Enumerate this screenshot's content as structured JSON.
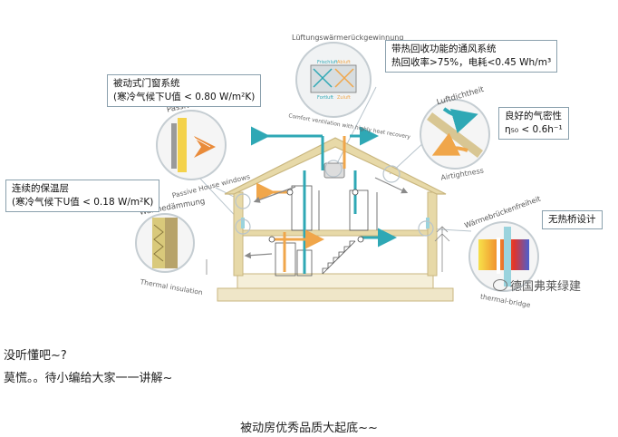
{
  "callouts": {
    "windows": [
      "被动式门窗系统",
      "(寒冷气候下U值 < 0.80 W/m²K)"
    ],
    "ventilation": [
      "带热回收功能的通风系统",
      "热回收率>75%，电耗<0.45 Wh/m³"
    ],
    "airtightness": [
      "良好的气密性",
      "η₅₀ < 0.6h⁻¹"
    ],
    "insulation": [
      "连续的保温层",
      "(寒冷气候下U值 < 0.18 W/m²K)"
    ],
    "thermal_bridge": [
      "无热桥设计"
    ]
  },
  "circles": {
    "windows": {
      "title": "Passivhausfenster",
      "subtitle": "Passive House windows"
    },
    "ventilation": {
      "title": "Lüftungswärmerückgewinnung",
      "subtitle": "Comfort ventilation with highly heat recovery",
      "labels": [
        "Frischluft",
        "Abluft",
        "Fortluft",
        "Zuluft"
      ]
    },
    "airtightness": {
      "title": "Luftdichtheit",
      "subtitle": "Airtightness"
    },
    "insulation": {
      "title": "Wärmedämmung",
      "subtitle": "Thermal insulation"
    },
    "thermal_bridge": {
      "title": "Wärmebrückenfreiheit",
      "subtitle": "thermal-bridge"
    }
  },
  "watermark": "德国弗莱绿建",
  "prose": [
    "没听懂吧~?",
    "莫慌。。待小编给大家一一讲解~"
  ],
  "caption": "被动房优秀品质大起底~~",
  "colors": {
    "house_outline": "#d8c693",
    "cold_air": "#2fa8b5",
    "warm_air": "#f0a64a",
    "connector": "#b8c4cc"
  }
}
